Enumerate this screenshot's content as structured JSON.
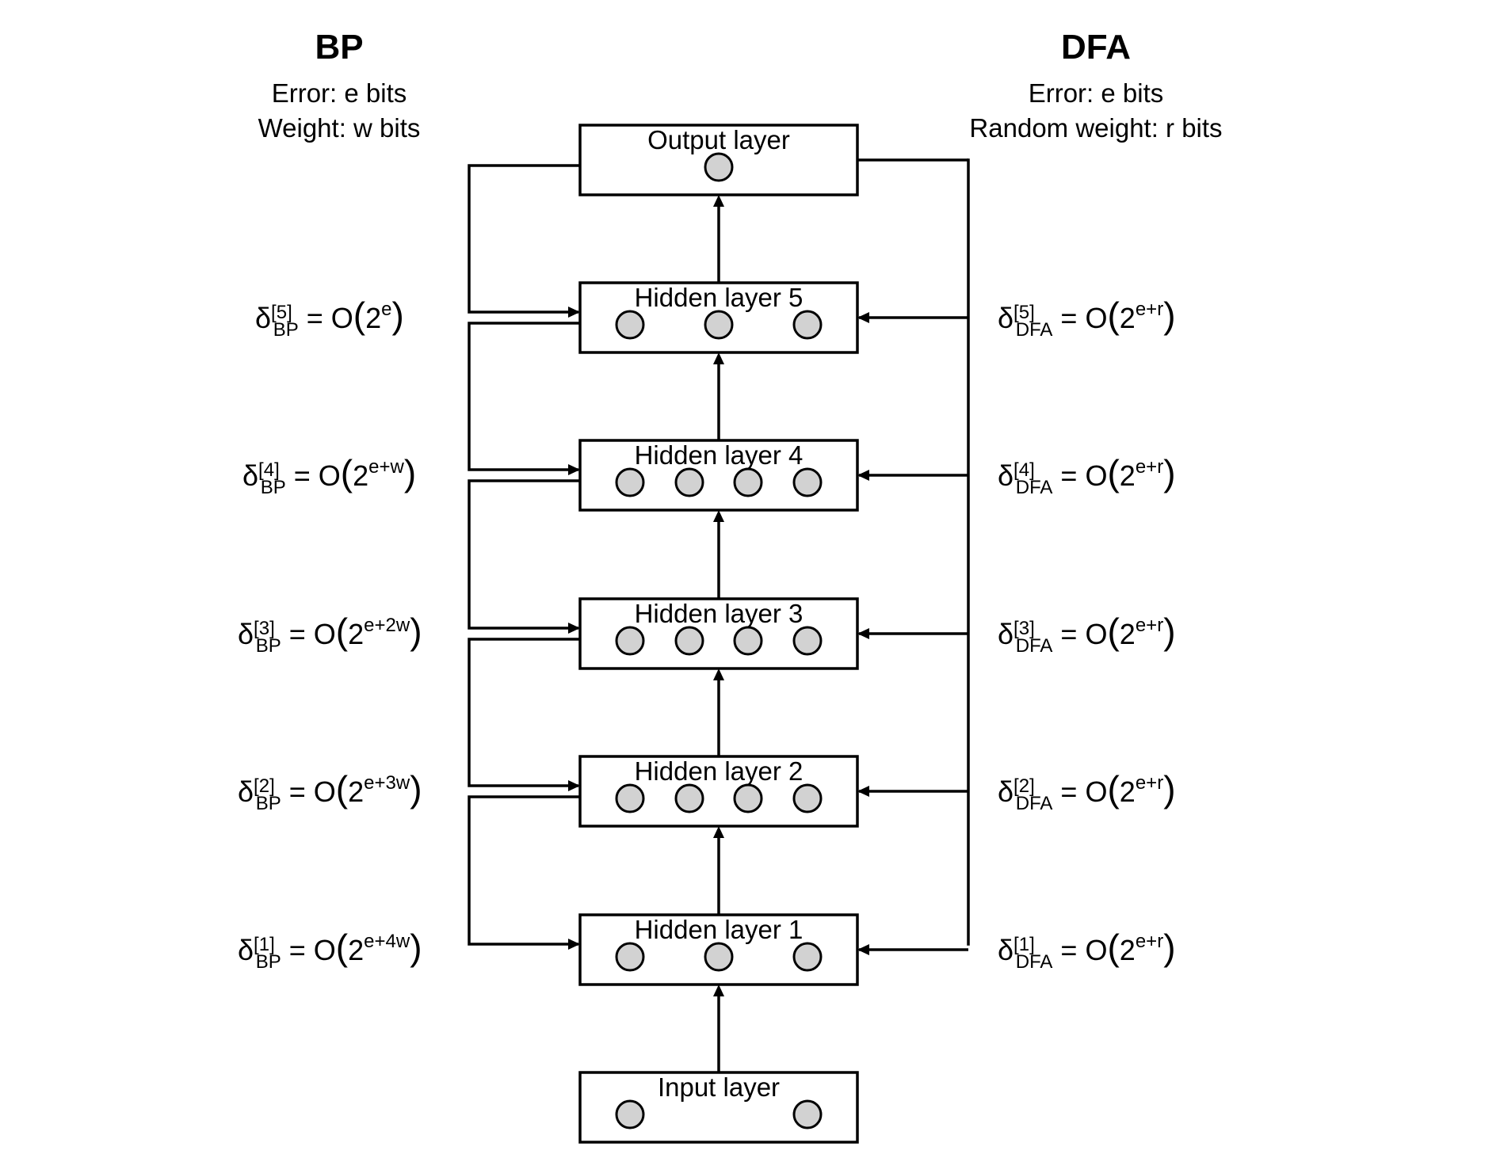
{
  "bp": {
    "title": "BP",
    "error_line": "Error: e bits",
    "weight_line": "Weight: w bits",
    "delta_symbol": "δ",
    "subscript": "BP",
    "equations": [
      {
        "sup": "[5]",
        "exp": "e"
      },
      {
        "sup": "[4]",
        "exp": "e+w"
      },
      {
        "sup": "[3]",
        "exp": "e+2w"
      },
      {
        "sup": "[2]",
        "exp": "e+3w"
      },
      {
        "sup": "[1]",
        "exp": "e+4w"
      }
    ]
  },
  "dfa": {
    "title": "DFA",
    "error_line": "Error: e bits",
    "weight_line": "Random weight: r bits",
    "delta_symbol": "δ",
    "subscript": "DFA",
    "equations": [
      {
        "sup": "[5]",
        "exp": "e+r"
      },
      {
        "sup": "[4]",
        "exp": "e+r"
      },
      {
        "sup": "[3]",
        "exp": "e+r"
      },
      {
        "sup": "[2]",
        "exp": "e+r"
      },
      {
        "sup": "[1]",
        "exp": "e+r"
      }
    ]
  },
  "equation_parts": {
    "equals": "=",
    "big_o": "O",
    "open_paren": "(",
    "base": "2",
    "close_paren": ")"
  },
  "layers": [
    {
      "label": "Output layer",
      "neurons": 1
    },
    {
      "label": "Hidden layer 5",
      "neurons": 3
    },
    {
      "label": "Hidden layer 4",
      "neurons": 4
    },
    {
      "label": "Hidden layer 3",
      "neurons": 4
    },
    {
      "label": "Hidden layer 2",
      "neurons": 4
    },
    {
      "label": "Hidden layer 1",
      "neurons": 3
    },
    {
      "label": "Input layer",
      "neurons": 2
    }
  ],
  "colors": {
    "neuron_fill": "#d2d2d2",
    "stroke": "#000000",
    "background": "#ffffff"
  }
}
